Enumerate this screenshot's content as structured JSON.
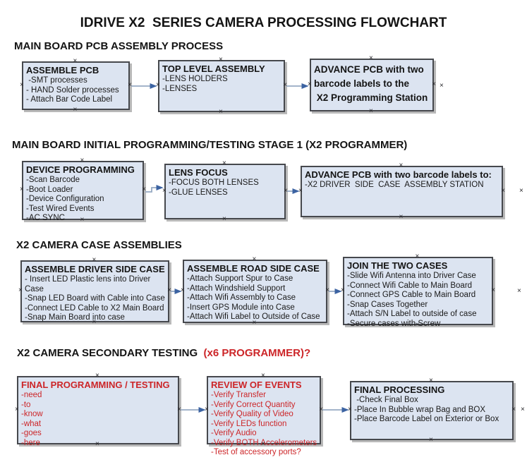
{
  "title": "IDRIVE X2  SERIES CAMERA PROCESSING FLOWCHART",
  "colors": {
    "box_fill": "#dce4f1",
    "box_border": "#46484d",
    "red": "#cc2528",
    "arrow_line": "#96a9c2",
    "arrow_head": "#3c63a2"
  },
  "icons": {
    "anchor_glyph": "×"
  },
  "sections": {
    "s1": {
      "header": "MAIN BOARD PCB ASSEMBLY PROCESS"
    },
    "s2": {
      "header": "MAIN BOARD INITIAL PROGRAMMING/TESTING STAGE 1 (X2 PROGRAMMER)"
    },
    "s3": {
      "header": "X2 CAMERA CASE ASSEMBLIES"
    },
    "s4": {
      "header": "X2 CAMERA SECONDARY TESTING",
      "header_red": "  (x6 PROGRAMMER)?"
    }
  },
  "boxes": {
    "r1b1": {
      "title": "ASSEMBLE PCB",
      "items": [
        " -SMT processes",
        "- HAND Solder processes",
        "- Attach Bar Code Label"
      ]
    },
    "r1b2": {
      "title": "TOP LEVEL ASSEMBLY",
      "items": [
        "-LENS HOLDERS",
        "-LENSES"
      ]
    },
    "r1b3": {
      "title": "ADVANCE PCB with two\nbarcode labels to the\n X2 Programming Station",
      "items": []
    },
    "r2b1": {
      "title": "DEVICE PROGRAMMING",
      "items": [
        "-Scan Barcode",
        "-Boot Loader",
        "-Device Configuration",
        "-Test Wired Events",
        "-AC SYNC"
      ]
    },
    "r2b2": {
      "title": "LENS FOCUS",
      "items": [
        "-FOCUS BOTH LENSES",
        "-GLUE LENSES"
      ]
    },
    "r2b3": {
      "title": "ADVANCE PCB with two barcode labels to:",
      "items": [
        "-X2 DRIVER  SIDE  CASE  ASSEMBLY STATION"
      ]
    },
    "r3b1": {
      "title": "ASSEMBLE DRIVER SIDE CASE",
      "items": [
        "- Insert LED Plastic lens into Driver Case",
        "-Snap LED Board with Cable into Case",
        "-Connect LED Cable to X2 Main Board",
        "-Snap Main Board into case"
      ]
    },
    "r3b2": {
      "title": "ASSEMBLE ROAD SIDE CASE",
      "items": [
        "-Attach Support Spur to Case",
        "-Attach Windshield Support",
        "-Attach Wifi Assembly to Case",
        "-Insert GPS Module into Case",
        "-Attach Wifi Label to Outside of Case"
      ]
    },
    "r3b3": {
      "title": "JOIN THE TWO CASES",
      "items": [
        "-Slide Wifi Antenna into Driver Case",
        "-Connect Wifi Cable to Main Board",
        "-Connect GPS Cable to Main Board",
        "-Snap Cases Together",
        "-Attach S/N Label to outside of case",
        "-Secure cases with Screw"
      ]
    },
    "r4b1": {
      "title": "FINAL PROGRAMMING / TESTING",
      "items": [
        "-need",
        "-to",
        "-know",
        "-what",
        "-goes",
        "-here"
      ]
    },
    "r4b2": {
      "title": "REVIEW OF EVENTS",
      "items": [
        "-Verify Transfer",
        "-Verify Correct Quantity",
        "-Verify Quality of Video",
        "-Verify LEDs function",
        "-Verify Audio",
        "-Verify BOTH Accelerometers",
        "-Test of accessory ports?"
      ]
    },
    "r4b3": {
      "title": "FINAL PROCESSING",
      "items": [
        " -Check Final Box",
        "-Place In Bubble wrap Bag and BOX",
        "-Place Barcode Label on Exterior or Box"
      ]
    }
  }
}
